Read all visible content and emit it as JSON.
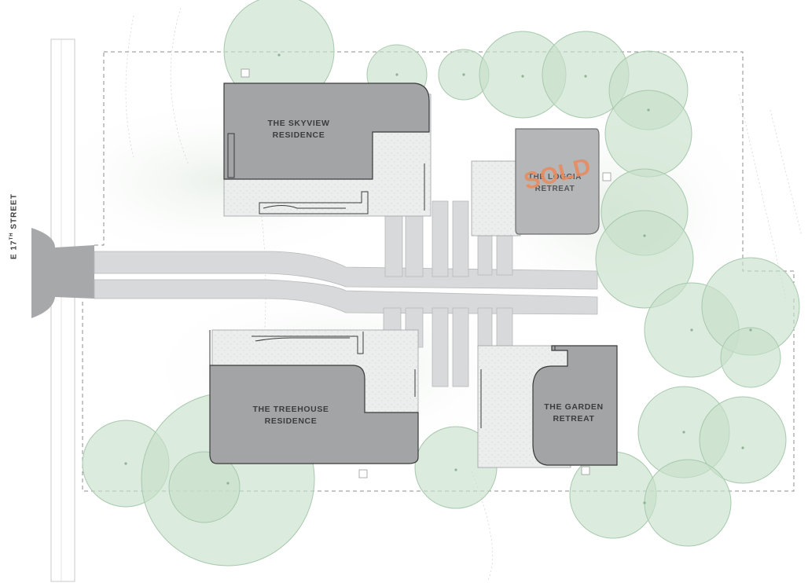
{
  "street": {
    "name": "E 17",
    "ordinal": "TH",
    "suffix": " STREET"
  },
  "residences": {
    "skyview": {
      "line1": "THE SKYVIEW",
      "line2": "RESIDENCE"
    },
    "loggia": {
      "line1": "THE LOGGIA",
      "line2": "RETREAT",
      "badge": "SOLD"
    },
    "treehouse": {
      "line1": "THE TREEHOUSE",
      "line2": "RESIDENCE"
    },
    "garden": {
      "line1": "THE GARDEN",
      "line2": "RETREAT"
    }
  },
  "colors": {
    "building": "#a3a4a6",
    "building_outline": "#3a3a3a",
    "driveway": "#d8d9da",
    "patio": "#eceded",
    "tree_fill": "#c7e1cb",
    "tree_edge": "#a7c9ad",
    "sold": "#e88c5f"
  }
}
